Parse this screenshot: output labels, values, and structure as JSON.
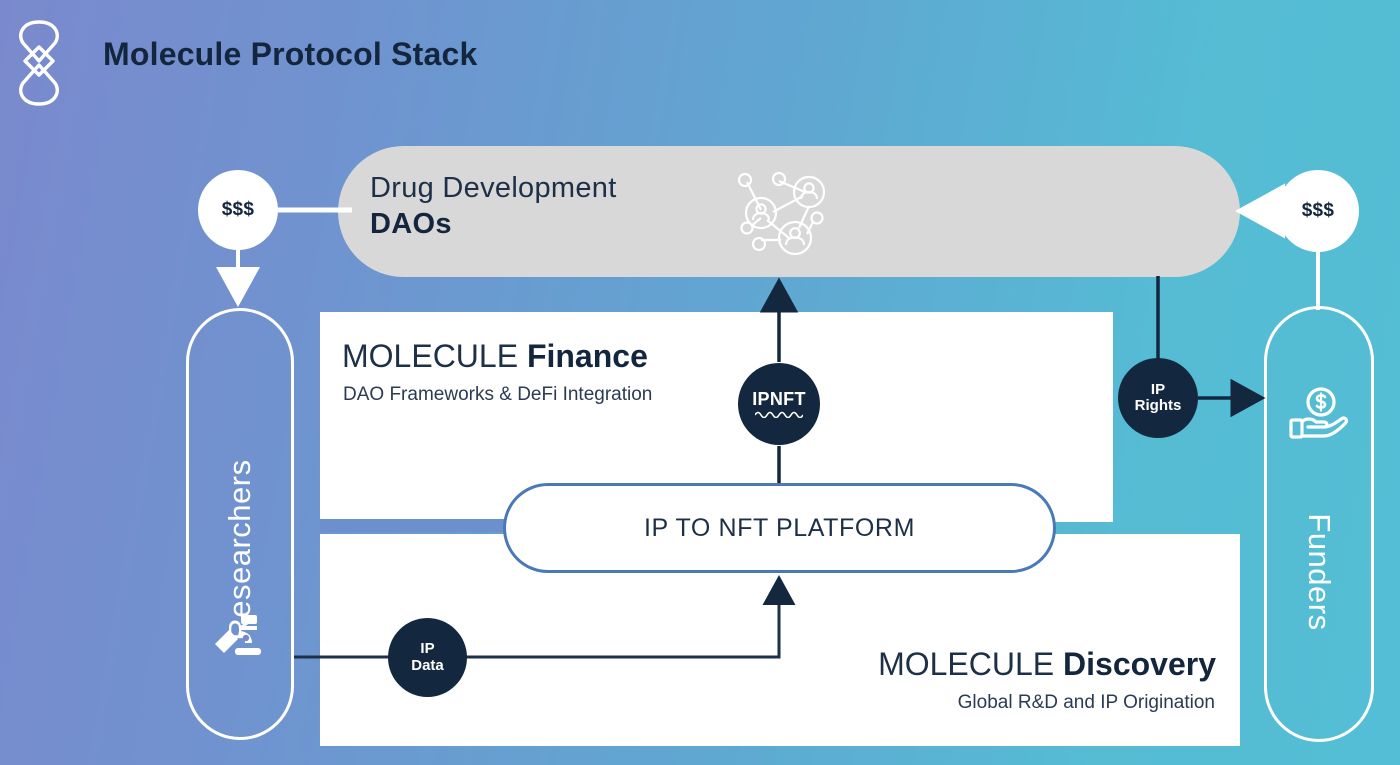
{
  "header": {
    "title": "Molecule Protocol Stack",
    "logo_icon": "molecule-logo-icon"
  },
  "background": {
    "gradient_from": "#7a89cd",
    "gradient_to": "#53bed5"
  },
  "columns": {
    "left": {
      "label": "Researchers",
      "icon": "microscope-icon",
      "outline_color": "#ffffff"
    },
    "right": {
      "label": "Funders",
      "icon": "hand-holding-dollar-icon",
      "outline_color": "#ffffff"
    }
  },
  "dao_bar": {
    "line1": "Drug Development",
    "line2": "DAOs",
    "icon": "network-of-people-icon",
    "fill_color": "#d8d8d8"
  },
  "layers": {
    "finance": {
      "title_light": "MOLECULE ",
      "title_bold": "Finance",
      "subtitle": "DAO Frameworks & DeFi Integration"
    },
    "discovery": {
      "title_light": "MOLECULE ",
      "title_bold": "Discovery",
      "subtitle": "Global R&D and IP Origination"
    }
  },
  "platform": {
    "label": "IP TO NFT PLATFORM",
    "border_color": "#4a79b8"
  },
  "nodes": {
    "money_left": {
      "label": "$$$",
      "style": "white"
    },
    "money_right": {
      "label": "$$$",
      "style": "white"
    },
    "ipnft": {
      "label": "IPNFT",
      "style": "dark",
      "fill_color": "#13283f"
    },
    "ip_rights_line1": "IP",
    "ip_rights_line2": "Rights",
    "ip_data_line1": "IP",
    "ip_data_line2": "Data"
  },
  "connectors": {
    "money_left_to_dao": "line",
    "money_left_to_researchers": "arrow-down",
    "money_right_to_dao": "arrow-left",
    "money_right_to_funders": "line-down",
    "ipnft_to_dao": "arrow-up",
    "platform_to_ipnft": "line-up",
    "ipdata_to_platform": "arrow-up",
    "researchers_to_ipdata": "line-right",
    "dao_to_iprights": "line-down",
    "iprights_to_funders": "arrow-right"
  }
}
